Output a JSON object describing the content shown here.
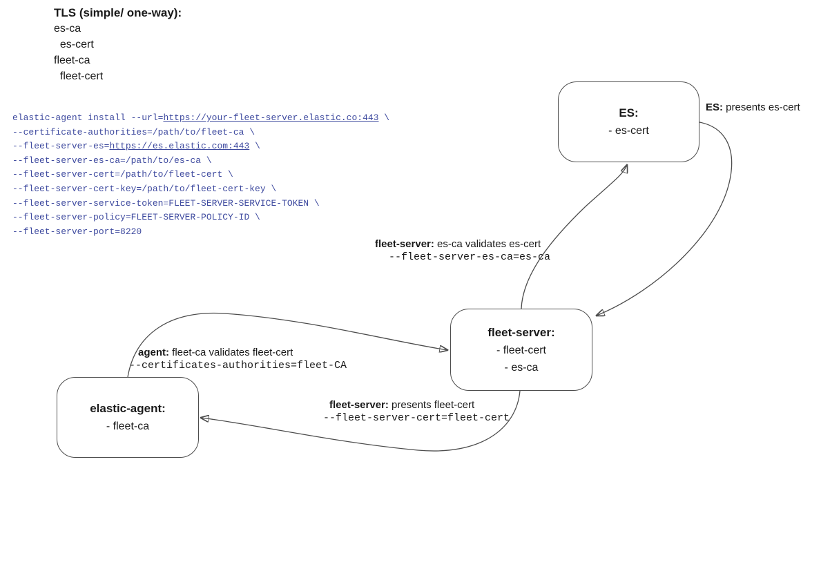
{
  "colors": {
    "command_text": "#3e4a9f",
    "edge_stroke": "#4d4d4d",
    "body_text": "#1a1a1a"
  },
  "legend": {
    "title": "TLS (simple/ one-way):",
    "items": [
      "es-ca",
      "  es-cert",
      "fleet-ca",
      "  fleet-cert"
    ]
  },
  "command": {
    "lines": [
      [
        {
          "t": "elastic-agent install --url=",
          "u": false
        },
        {
          "t": "https://your-fleet-server.elastic.co:443",
          "u": true
        },
        {
          "t": " \\",
          "u": false
        }
      ],
      [
        {
          "t": "--certificate-authorities=/path/to/fleet-ca \\",
          "u": false
        }
      ],
      [
        {
          "t": "--fleet-server-es=",
          "u": false
        },
        {
          "t": "https://es.elastic.com:443",
          "u": true
        },
        {
          "t": " \\",
          "u": false
        }
      ],
      [
        {
          "t": "--fleet-server-es-ca=/path/to/es-ca \\",
          "u": false
        }
      ],
      [
        {
          "t": "--fleet-server-cert=/path/to/fleet-cert \\",
          "u": false
        }
      ],
      [
        {
          "t": "--fleet-server-cert-key=/path/to/fleet-cert-key \\",
          "u": false
        }
      ],
      [
        {
          "t": "--fleet-server-service-token=FLEET-SERVER-SERVICE-TOKEN \\",
          "u": false
        }
      ],
      [
        {
          "t": "--fleet-server-policy=FLEET-SERVER-POLICY-ID \\",
          "u": false
        }
      ],
      [
        {
          "t": "--fleet-server-port=8220",
          "u": false
        }
      ]
    ]
  },
  "nodes": {
    "es": {
      "title": "ES:",
      "lines": [
        "- es-cert"
      ]
    },
    "fleet_server": {
      "title": "fleet-server:",
      "lines": [
        "- fleet-cert",
        "- es-ca"
      ]
    },
    "elastic_agent": {
      "title": "elastic-agent:",
      "lines": [
        "- fleet-ca"
      ]
    }
  },
  "edge_labels": {
    "es_presents": {
      "bold": "ES:",
      "text": " presents es-cert"
    },
    "fleet_validates_es": {
      "bold": "fleet-server:",
      "text": " es-ca validates es-cert",
      "command": "--fleet-server-es-ca=es-ca"
    },
    "agent_validates": {
      "bold": "agent:",
      "text": " fleet-ca validates fleet-cert",
      "command": "--certificates-authorities=fleet-CA"
    },
    "fleet_presents": {
      "bold": "fleet-server:",
      "text": " presents fleet-cert",
      "command": "--fleet-server-cert=fleet-cert"
    }
  }
}
